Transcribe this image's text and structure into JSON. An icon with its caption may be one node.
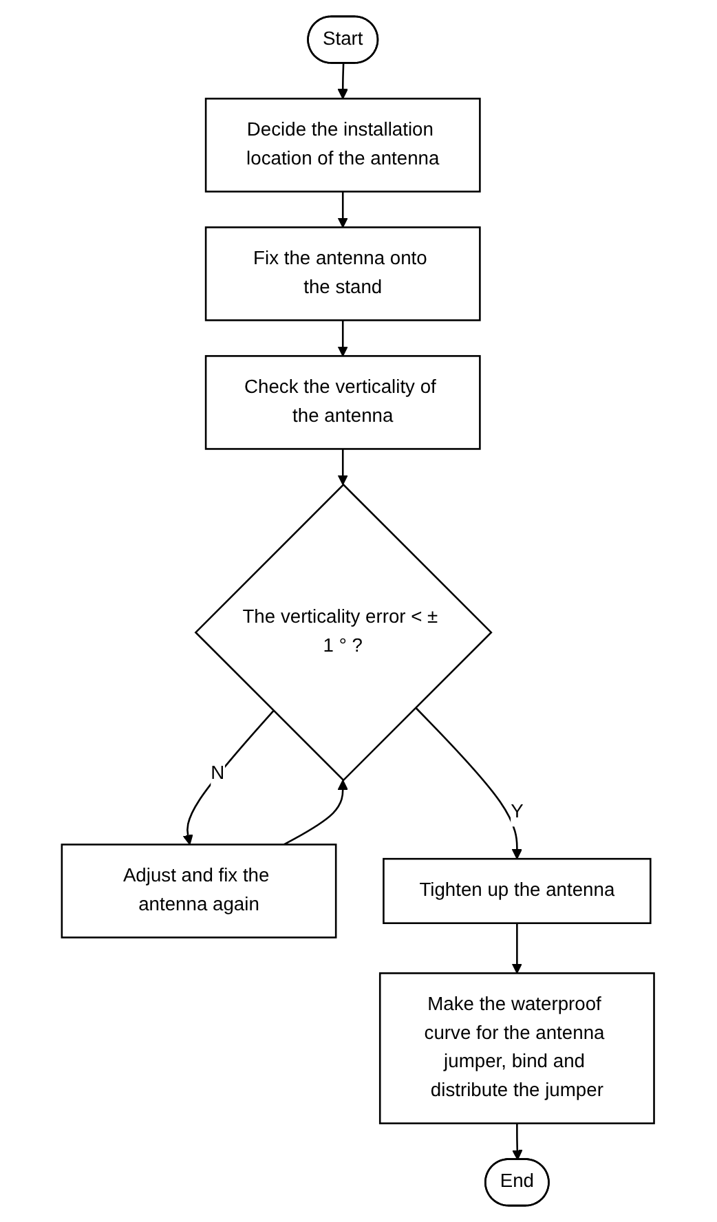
{
  "diagram": {
    "nodes": [
      {
        "text": [
          "Start"
        ]
      },
      {
        "text": [
          "Decide the installation location of the antenna"
        ]
      },
      {
        "text": [
          "Fix the antenna onto the stand"
        ]
      },
      {
        "text": [
          "Check the verticality of the antenna"
        ]
      },
      {
        "text": [
          "The verticality error < ± 1 ° ?"
        ]
      },
      {
        "text": [
          "Adjust and fix the antenna again"
        ]
      },
      {
        "text": [
          "Tighten up the antenna"
        ]
      },
      {
        "text": [
          "Make the waterproof curve for the antenna jumper, bind and distribute the jumper"
        ]
      },
      {
        "text": [
          "End"
        ]
      }
    ],
    "edges": [
      {
        "from": 0,
        "to": 1,
        "arrow": "to"
      },
      {
        "from": 1,
        "to": 2,
        "arrow": "to"
      },
      {
        "from": 2,
        "to": 3,
        "arrow": "to"
      },
      {
        "from": 3,
        "to": 4,
        "arrow": "to"
      },
      {
        "from": 4,
        "to": 5,
        "arrow": "to",
        "label": "N"
      },
      {
        "from": 5,
        "to": 4,
        "arrow": "to"
      },
      {
        "from": 4,
        "to": 6,
        "arrow": "to",
        "label": "Y"
      },
      {
        "from": 6,
        "to": 7,
        "arrow": "to"
      },
      {
        "from": 7,
        "to": 8,
        "arrow": "to"
      }
    ]
  }
}
